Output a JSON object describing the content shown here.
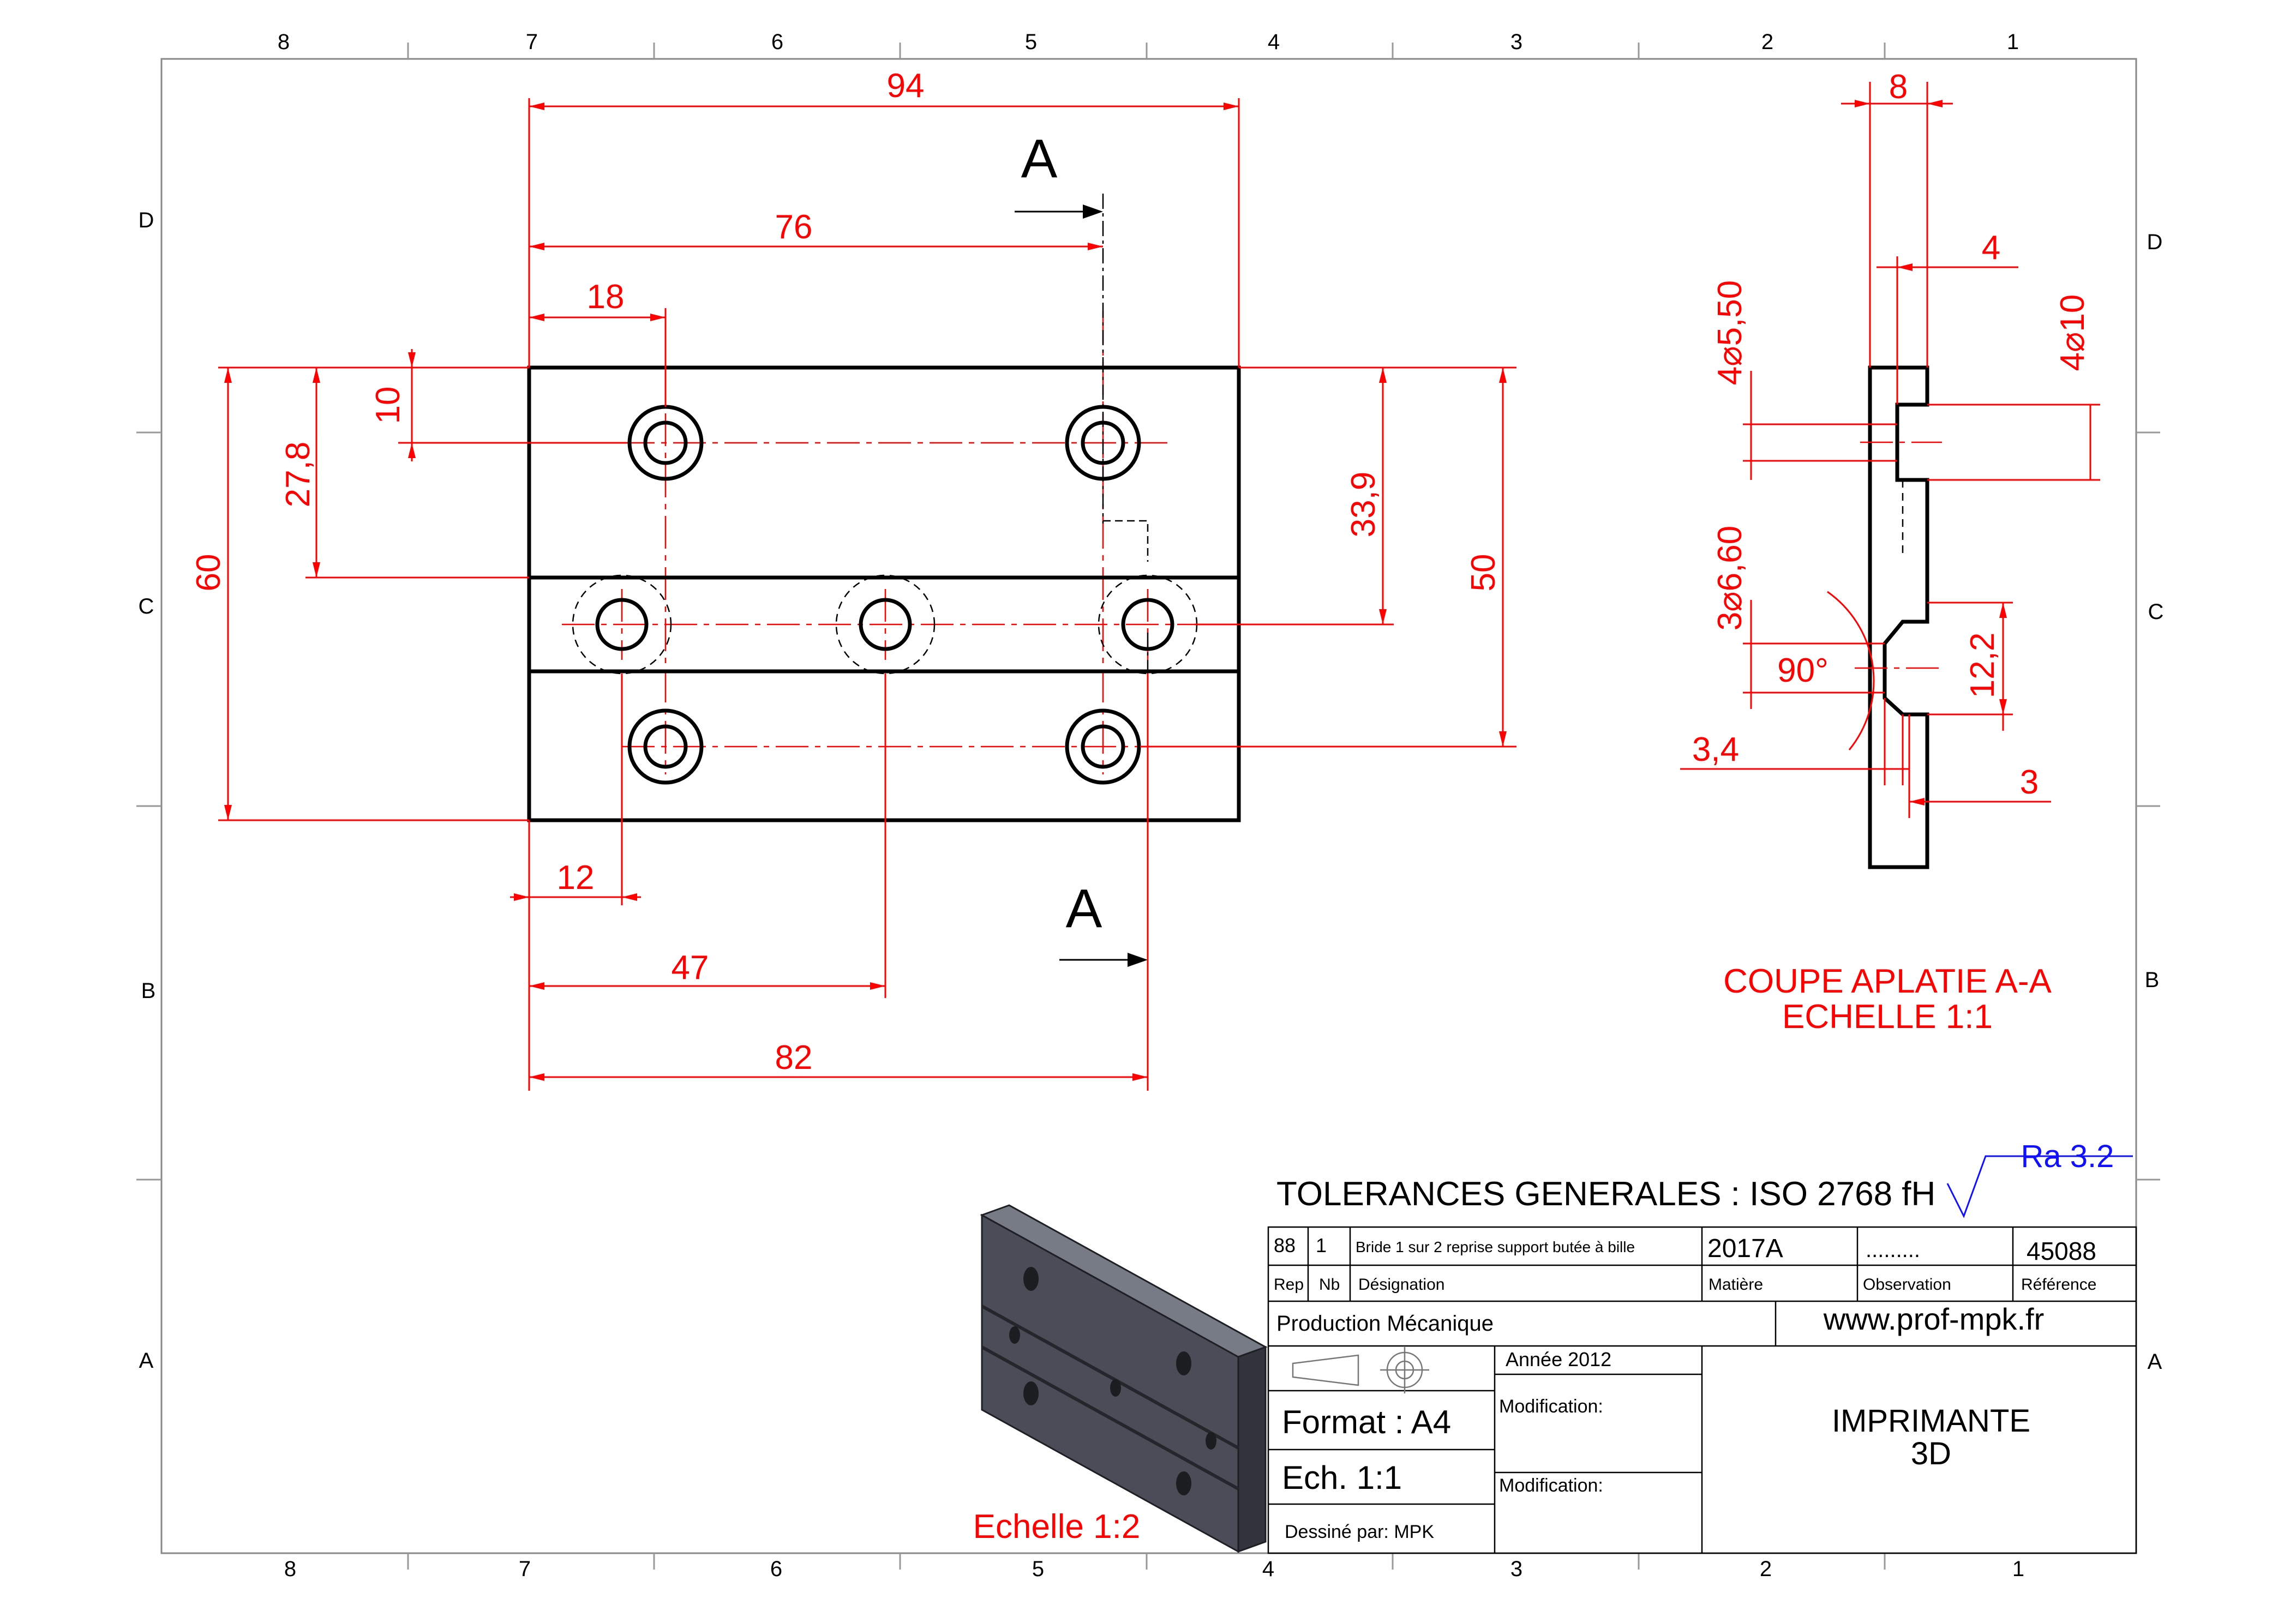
{
  "zones": {
    "cols": [
      "8",
      "7",
      "6",
      "5",
      "4",
      "3",
      "2",
      "1"
    ],
    "rows": [
      "D",
      "C",
      "B",
      "A"
    ]
  },
  "dims": {
    "d94": "94",
    "d76": "76",
    "d18": "18",
    "d10": "10",
    "d27_8": "27,8",
    "d60": "60",
    "d33_9": "33,9",
    "d50": "50",
    "d12": "12",
    "d47": "47",
    "d82": "82",
    "s8": "8",
    "s4": "4",
    "s4d550": "4⌀5,50",
    "s4d10": "4⌀10",
    "s3d660": "3⌀6,60",
    "s90": "90°",
    "s12_2": "12,2",
    "s3_4": "3,4",
    "s3": "3"
  },
  "section_marks": {
    "top": "A",
    "bottom": "A"
  },
  "section_view": {
    "title": "COUPE APLATIE A-A",
    "scale": "ECHELLE  1:1"
  },
  "iso_view": {
    "scale": "Echelle 1:2"
  },
  "title_block": {
    "tolerances": "TOLERANCES GENERALES : ISO 2768 fH",
    "roughness": "Ra 3.2",
    "row": {
      "rep": "88",
      "nb": "1",
      "designation": "Bride 1 sur 2 reprise support butée à bille",
      "matiere": "2017A",
      "observation": ".........",
      "reference": "45088"
    },
    "headers": {
      "rep": "Rep",
      "nb": "Nb",
      "designation": "Désignation",
      "matiere": "Matière",
      "observation": "Observation",
      "reference": "Référence"
    },
    "production": "Production Mécanique",
    "website": "www.prof-mpk.fr",
    "annee": "Année 2012",
    "format": "Format : A4",
    "ech": "Ech. 1:1",
    "dessine": "Dessiné par: MPK",
    "modification1": "Modification:",
    "modification2": "Modification:",
    "product_line1": "IMPRIMANTE",
    "product_line2": "3D"
  },
  "colors": {
    "dimension": "#ff0000",
    "outline": "#000000",
    "roughness": "#1010ff",
    "iso_face": "#4a4d57"
  }
}
